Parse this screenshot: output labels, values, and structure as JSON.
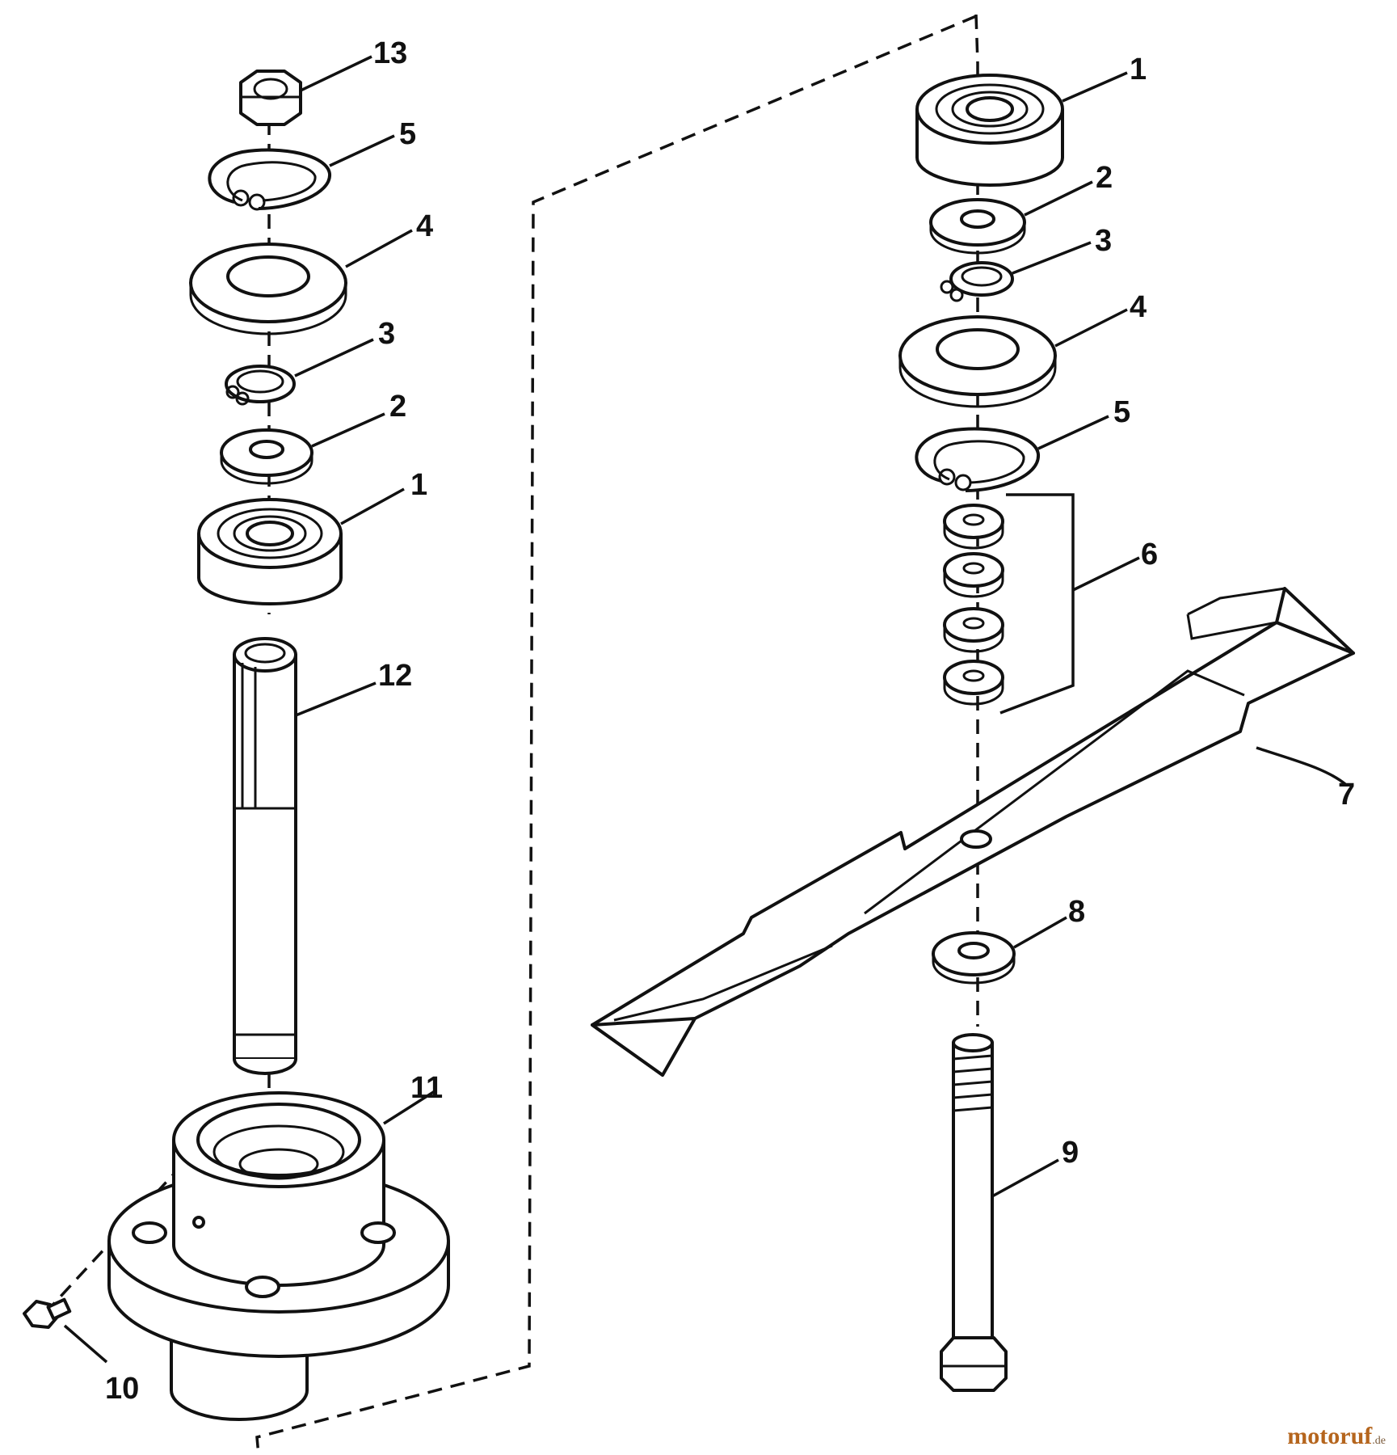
{
  "diagram": {
    "callouts": {
      "left": {
        "p13": "13",
        "p5": "5",
        "p4": "4",
        "p3": "3",
        "p2": "2",
        "p1": "1",
        "p12": "12",
        "p11": "11",
        "p10": "10"
      },
      "right": {
        "p1": "1",
        "p2": "2",
        "p3": "3",
        "p4": "4",
        "p5": "5",
        "p6": "6",
        "p7": "7",
        "p8": "8",
        "p9": "9"
      }
    },
    "watermark": {
      "name": "motoruf",
      "tld": ".de",
      "color": "#b5651d"
    }
  }
}
